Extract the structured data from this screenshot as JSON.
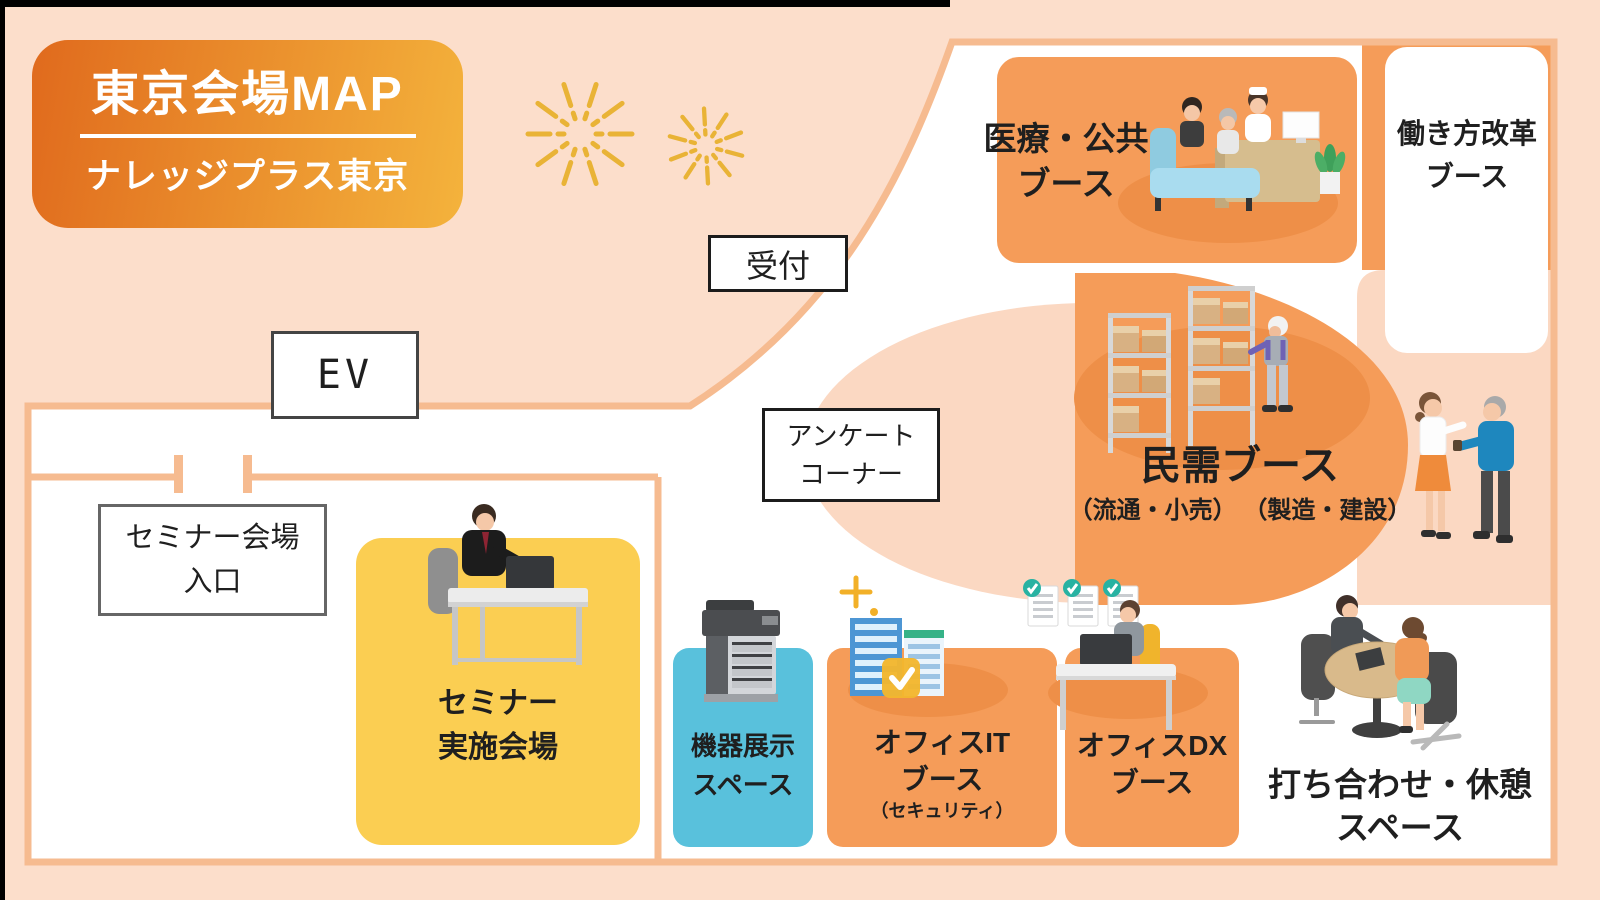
{
  "title_card": {
    "heading": "東京会場MAP",
    "subheading": "ナレッジプラス東京",
    "gradient_start": "#e06a1d",
    "gradient_end": "#f4b33c"
  },
  "labels": {
    "reception": "受付",
    "elevator": "EV",
    "survey_corner_line1": "アンケート",
    "survey_corner_line2": "コーナー",
    "seminar_entrance_line1": "セミナー会場",
    "seminar_entrance_line2": "入口"
  },
  "booths": {
    "medical_public_line1": "医療・公共",
    "medical_public_line2": "ブース",
    "workstyle_reform_line1": "働き方改革",
    "workstyle_reform_line2": "ブース",
    "private_demand_name": "民需ブース",
    "private_demand_categories": "（流通・小売） （製造・建設）",
    "seminar_hall_line1": "セミナー",
    "seminar_hall_line2": "実施会場",
    "equipment_line1": "機器展示",
    "equipment_line2": "スペース",
    "office_it_line1": "オフィスIT",
    "office_it_line2": "ブース",
    "office_it_line3": "（セキュリティ）",
    "office_dx_line1": "オフィスDX",
    "office_dx_line2": "ブース",
    "meeting_line1": "打ち合わせ・休憩",
    "meeting_line2": "スペース"
  },
  "colors": {
    "page_bg": "#fcdecb",
    "booth_orange": "#f59c59",
    "booth_orange_shadow": "#ee8f48",
    "seminar_yellow": "#fbce52",
    "equipment_cyan": "#59c1dc",
    "zone_peach": "#fbd8c2",
    "wall_stroke": "#f6bb90",
    "sparkle_gold": "#e9b336",
    "text_dark": "#1f1f1f"
  }
}
